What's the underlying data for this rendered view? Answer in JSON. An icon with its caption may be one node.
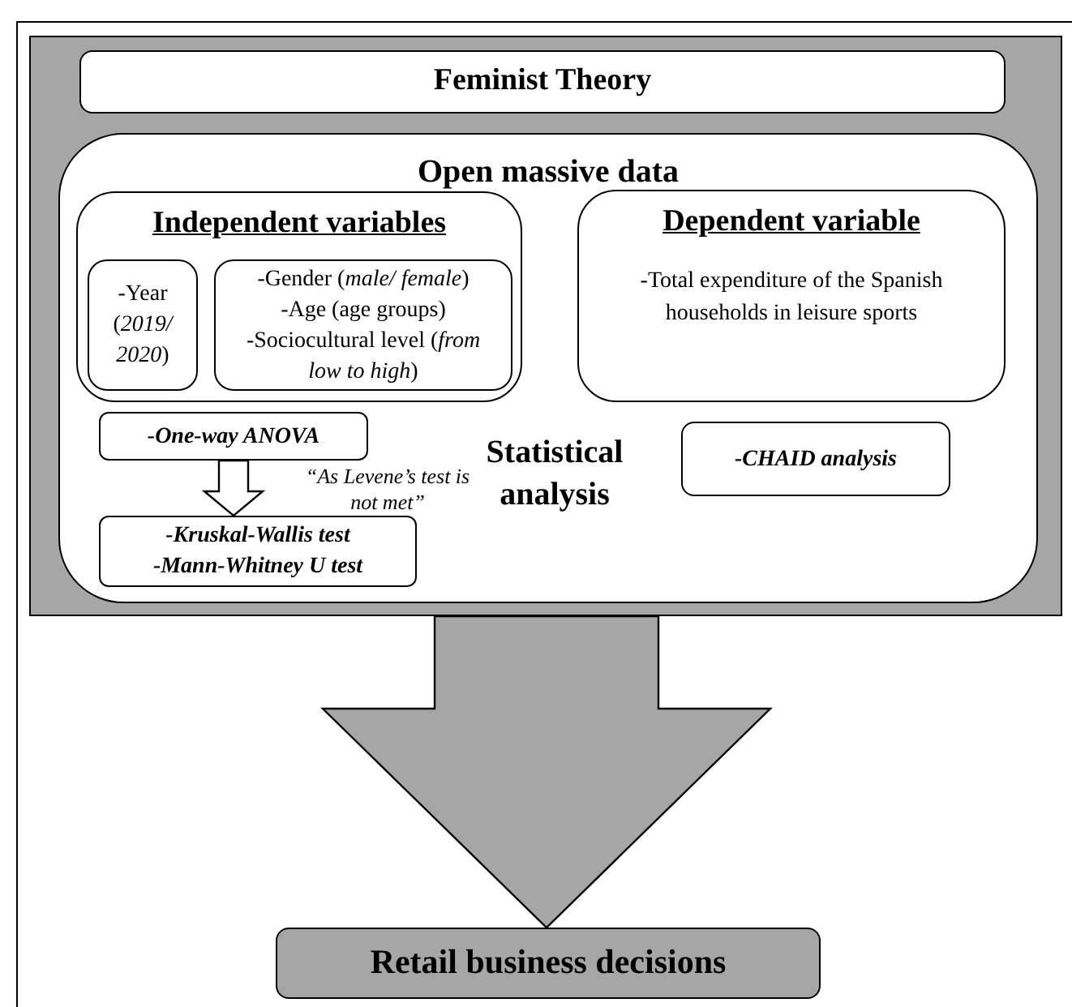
{
  "diagram": {
    "nodes": [
      {
        "text": [],
        "shape": "box"
      },
      {
        "text": [
          "Feminist Theory"
        ],
        "in": 0
      },
      {
        "text": [
          "Open massive data",
          "Statistical analysis"
        ],
        "in": 0
      },
      {
        "text": [
          "Independent variables"
        ],
        "in": 2
      },
      {
        "text": [
          "-Year (*2019/ 2020*)"
        ],
        "in": 3
      },
      {
        "text": [
          "-Gender (*male/ female*)",
          "-Age (age groups)",
          "-Sociocultural level (*from low to high*)"
        ],
        "in": 3
      },
      {
        "text": [
          "Dependent variable",
          "-Total expenditure of the Spanish households in leisure sports"
        ],
        "in": 2
      },
      {
        "text": [
          "-One-way ANOVA"
        ],
        "in": 2
      },
      {
        "text": [
          "-Kruskal-Wallis test",
          "-Mann-Whitney U test"
        ],
        "in": 2
      },
      {
        "text": [
          "-CHAID analysis"
        ],
        "in": 2
      },
      {
        "text": [
          "Retail business decisions"
        ]
      }
    ],
    "edges": [
      {
        "from": 7,
        "to": 8,
        "arrow": "to",
        "label": "“As Levene’s test is not met”",
        "style": "thick"
      },
      {
        "from": 0,
        "to": 10,
        "arrow": "to",
        "style": "thick",
        "color": "#a6a6a6"
      }
    ]
  }
}
